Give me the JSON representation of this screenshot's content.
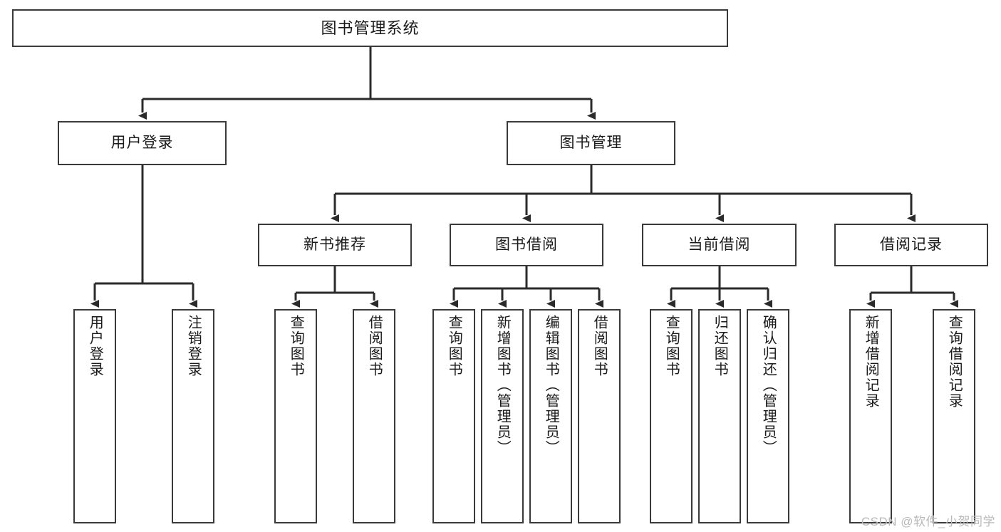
{
  "diagram": {
    "title": "图书管理系统",
    "type": "tree-hierarchy",
    "root": {
      "label": "图书管理系统"
    },
    "level2": [
      {
        "label": "用户登录"
      },
      {
        "label": "图书管理"
      }
    ],
    "level3": [
      {
        "label": "新书推荐"
      },
      {
        "label": "图书借阅"
      },
      {
        "label": "当前借阅"
      },
      {
        "label": "借阅记录"
      }
    ],
    "leaves": [
      {
        "label": "用户登录",
        "parent": "用户登录"
      },
      {
        "label": "注销登录",
        "parent": "用户登录"
      },
      {
        "label": "查询图书",
        "parent": "新书推荐"
      },
      {
        "label": "借阅图书",
        "parent": "新书推荐"
      },
      {
        "label": "查询图书",
        "parent": "图书借阅"
      },
      {
        "label": "新增图书（管理员）",
        "parent": "图书借阅"
      },
      {
        "label": "编辑图书（管理员）",
        "parent": "图书借阅"
      },
      {
        "label": "借阅图书",
        "parent": "图书借阅"
      },
      {
        "label": "查询图书",
        "parent": "当前借阅"
      },
      {
        "label": "归还图书",
        "parent": "当前借阅"
      },
      {
        "label": "确认归还（管理员）",
        "parent": "当前借阅"
      },
      {
        "label": "新增借阅记录",
        "parent": "借阅记录"
      },
      {
        "label": "查询借阅记录",
        "parent": "借阅记录"
      }
    ],
    "colors": {
      "box_border": "#3a3a3a",
      "box_fill": "#ffffff",
      "connector": "#2b2b2b",
      "text": "#1a1a1a",
      "watermark": "#b9b9b9"
    }
  },
  "watermark": {
    "text": "CSDN @软件_小贺同学"
  }
}
